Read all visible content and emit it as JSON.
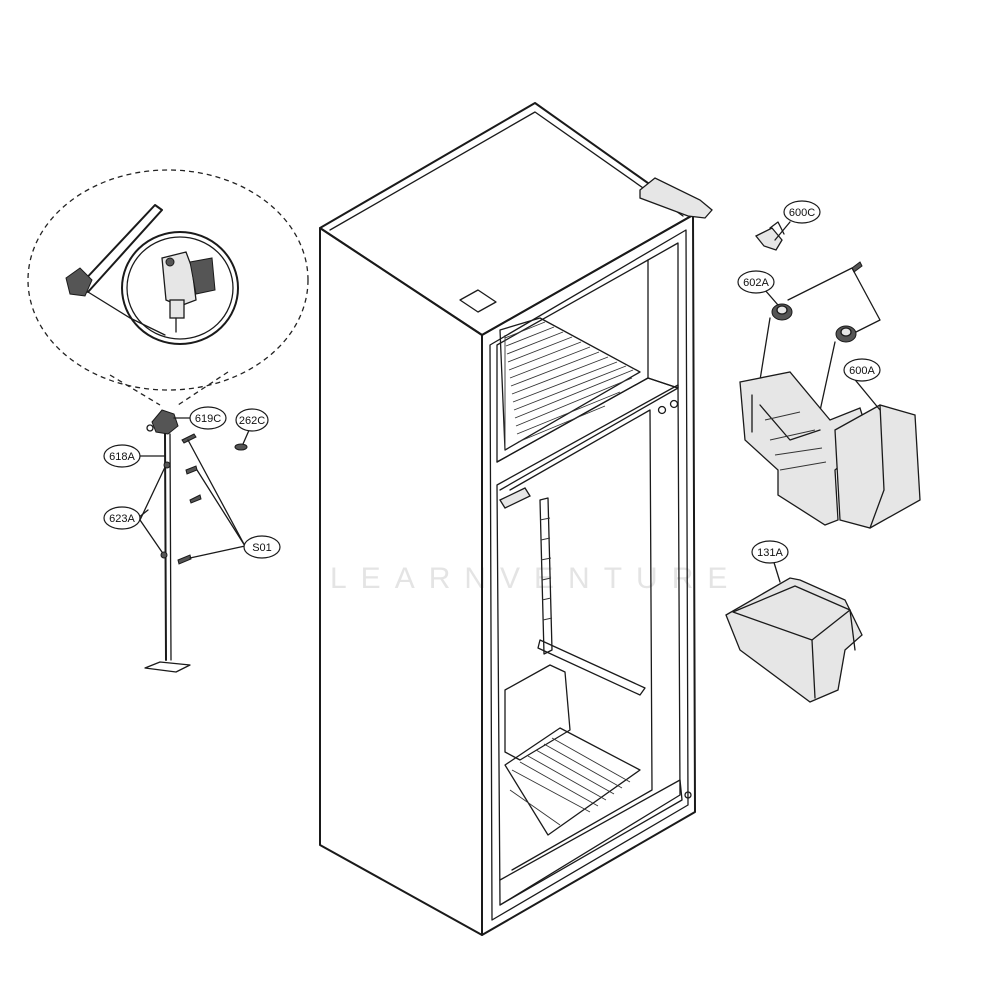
{
  "watermark": "LEARNVENTURE",
  "callouts": [
    {
      "id": "c-600c",
      "label": "600C"
    },
    {
      "id": "c-602a",
      "label": "602A"
    },
    {
      "id": "c-600a",
      "label": "600A"
    },
    {
      "id": "c-131a",
      "label": "131A"
    },
    {
      "id": "c-619c",
      "label": "619C"
    },
    {
      "id": "c-262c",
      "label": "262C"
    },
    {
      "id": "c-618a",
      "label": "618A"
    },
    {
      "id": "c-623a",
      "label": "623A"
    },
    {
      "id": "c-s01",
      "label": "S01"
    }
  ]
}
